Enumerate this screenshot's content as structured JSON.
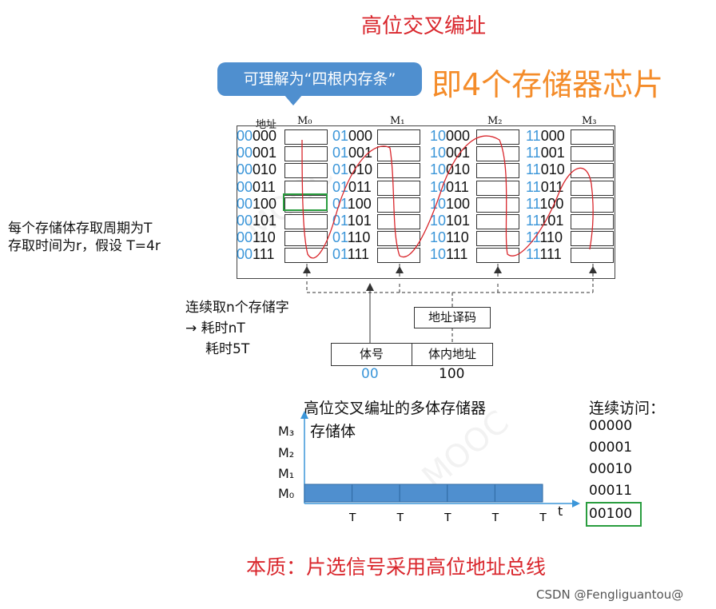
{
  "title": "高位交叉编址",
  "bubble_text": "可理解为“四根内存条”",
  "orange_note": "即4个存储器芯片",
  "header_addr_label": "地址",
  "banks": [
    {
      "name": "M₀",
      "prefix": "00"
    },
    {
      "name": "M₁",
      "prefix": "01"
    },
    {
      "name": "M₂",
      "prefix": "10"
    },
    {
      "name": "M₃",
      "prefix": "11"
    }
  ],
  "suffixes": [
    "000",
    "001",
    "010",
    "011",
    "100",
    "101",
    "110",
    "111"
  ],
  "side_note": [
    "每个存储体存取周期为T",
    "存取时间为r，假设 T=4r"
  ],
  "continuous_note": [
    "连续取n个存储字",
    "→ 耗时nT",
    "耗时5T"
  ],
  "decoder_label": "地址译码",
  "bank_field_label": "体号",
  "inbank_field_label": "体内地址",
  "bank_field_value": "00",
  "inbank_field_value": "100",
  "chart_title": "高位交叉编址的多体存储器",
  "chart_subtitle": "存储体",
  "chart_data": {
    "type": "timeline",
    "categories": [
      "M₀",
      "M₁",
      "M₂",
      "M₃"
    ],
    "segments": [
      {
        "bank": "M₀",
        "start": 0,
        "end": 1
      },
      {
        "bank": "M₀",
        "start": 1,
        "end": 2
      },
      {
        "bank": "M₀",
        "start": 2,
        "end": 3
      },
      {
        "bank": "M₀",
        "start": 3,
        "end": 4
      },
      {
        "bank": "M₀",
        "start": 4,
        "end": 5
      }
    ],
    "x_ticks": [
      "T",
      "T",
      "T",
      "T",
      "T"
    ],
    "xlabel": "t",
    "bar_color": "#4f8fcf"
  },
  "sequence_title": "连续访问：",
  "sequence": [
    "00000",
    "00001",
    "00010",
    "00011",
    "00100"
  ],
  "conclusion": "本质：片选信号采用高位地址总线",
  "credit": "CSDN @Fengliguantou@",
  "colors": {
    "red": "#d9262c",
    "orange": "#f48c2a",
    "blue": "#4f8fcf",
    "green": "#2a9d3f"
  }
}
